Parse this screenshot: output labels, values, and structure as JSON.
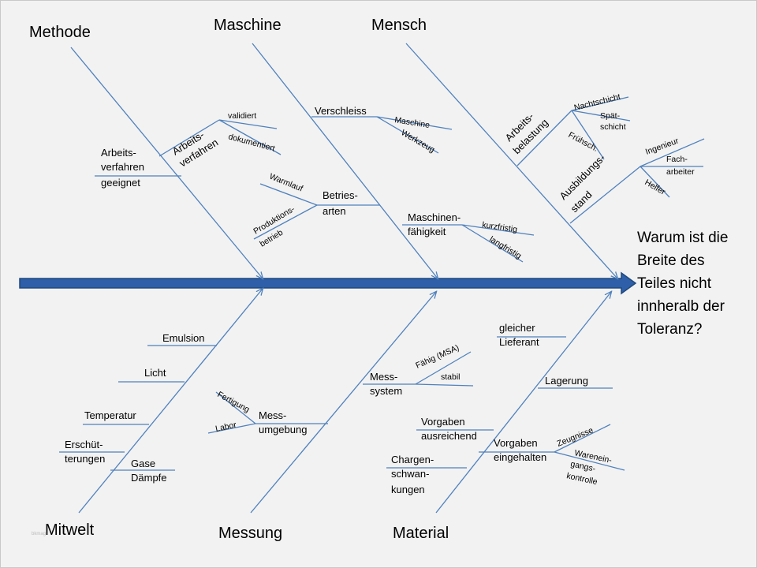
{
  "effect": [
    "Warum ist die",
    "Breite des",
    "Teiles nicht",
    "innheralb der",
    "Toleranz?"
  ],
  "categories": {
    "methode": "Methode",
    "maschine": "Maschine",
    "mensch": "Mensch",
    "mitwelt": "Mitwelt",
    "messung": "Messung",
    "material": "Material"
  },
  "methode": {
    "arbeitsverfahren_geeignet": [
      "Arbeits-",
      "verfahren",
      "geeignet"
    ],
    "arbeitsverfahren": [
      "Arbeits-",
      "verfahren"
    ],
    "validiert": "validiert",
    "dokumentiert": "dokumentiert"
  },
  "maschine": {
    "verschleiss": "Verschleiss",
    "maschine": "Maschine",
    "werkzeug": "Werkzeug",
    "betriebsarten": [
      "Betries-",
      "arten"
    ],
    "warmlauf": "Warmlauf",
    "produktionsbetrieb": [
      "Produktions-",
      "betrieb"
    ],
    "maschinenfaehigkeit": [
      "Maschinen-",
      "fähigkeit"
    ],
    "kurzfristig": "kurzfristig",
    "langfristig": "langfristig"
  },
  "mensch": {
    "arbeitsbelastung": [
      "Arbeits-",
      "belastung"
    ],
    "nachtschicht": "Nachtschicht",
    "spaetschicht": [
      "Spät-",
      "schicht"
    ],
    "fruehschicht": "Frühsch.",
    "ausbildungsstand": [
      "Ausbildungs-",
      "stand"
    ],
    "ingenieur": "Ingenieur",
    "facharbeiter": [
      "Fach-",
      "arbeiter"
    ],
    "helfer": "Helfer"
  },
  "mitwelt": {
    "emulsion": "Emulsion",
    "licht": "Licht",
    "temperatur": "Temperatur",
    "erschuetterungen": [
      "Erschüt-",
      "terungen"
    ],
    "gase": [
      "Gase",
      "Dämpfe"
    ]
  },
  "messung": {
    "messumgebung": [
      "Mess-",
      "umgebung"
    ],
    "fertigung": "Fertigung",
    "labor": "Labor",
    "messsystem": [
      "Mess-",
      "system"
    ],
    "faehig": "Fähig (MSA)",
    "stabil": "stabil"
  },
  "material": {
    "gleicher_lieferant": [
      "gleicher",
      "Lieferant"
    ],
    "lagerung": "Lagerung",
    "vorgaben_ausreichend": [
      "Vorgaben",
      "ausreichend"
    ],
    "vorgaben_eingehalten": [
      "Vorgaben",
      "eingehalten"
    ],
    "zeugnisse": "Zeugnisse",
    "wareneingangskontrolle": [
      "Warenein-",
      "gangs-",
      "kontrolle"
    ],
    "chargenschwankungen": [
      "Chargen-",
      "schwan-",
      "kungen"
    ]
  },
  "watermark": "bkmag",
  "colors": {
    "line": "#4f81bd",
    "spine": "#2e5fa8",
    "spine_stroke": "#1f497d",
    "background": "#f2f2f2"
  }
}
